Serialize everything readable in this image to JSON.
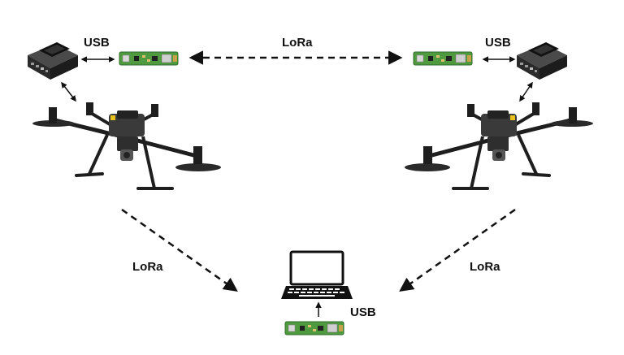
{
  "labels": {
    "usb_top_left": "USB",
    "lora_top": "LoRa",
    "usb_top_right": "USB",
    "lora_left": "LoRa",
    "lora_right": "LoRa",
    "usb_bottom": "USB"
  },
  "nodes": [
    {
      "id": "compute-left",
      "kind": "edge-computer-icon"
    },
    {
      "id": "lora-module-left",
      "kind": "lora-board-icon"
    },
    {
      "id": "lora-module-right",
      "kind": "lora-board-icon"
    },
    {
      "id": "compute-right",
      "kind": "edge-computer-icon"
    },
    {
      "id": "drone-left",
      "kind": "drone-icon"
    },
    {
      "id": "drone-right",
      "kind": "drone-icon"
    },
    {
      "id": "laptop",
      "kind": "laptop-icon"
    },
    {
      "id": "lora-module-bottom",
      "kind": "lora-board-icon"
    }
  ],
  "colors": {
    "board_green": "#4f9a3f",
    "board_dark": "#2d6b27",
    "device_dark": "#2a2a2a",
    "arrow": "#111111"
  }
}
